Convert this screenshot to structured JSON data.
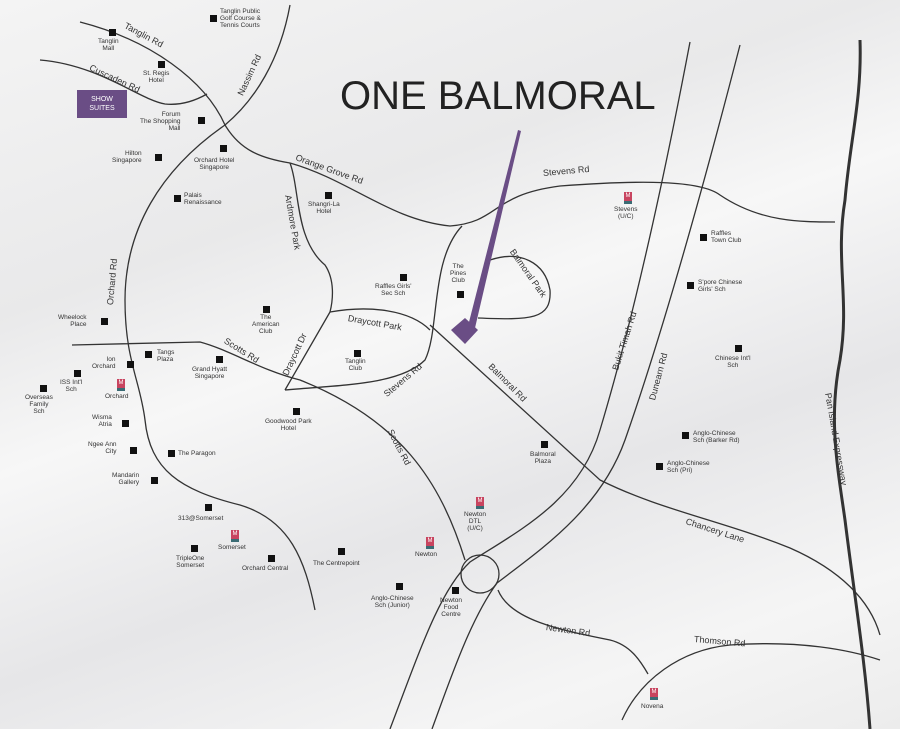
{
  "title": "ONE BALMORAL",
  "show_suites": "SHOW\nSUITES",
  "colors": {
    "accent": "#6a4d85",
    "mrt": "#c8445f"
  },
  "roads": {
    "tanglin": "Tanglin Rd",
    "cuscaden": "Cuscaden Rd",
    "nassim": "Nassim Rd",
    "orange_grove": "Orange Grove Rd",
    "stevens_top": "Stevens Rd",
    "ardmore": "Ardmore Park",
    "orchard": "Orchard Rd",
    "scotts_top": "Scotts Rd",
    "scotts_bottom": "Scotts Rd",
    "draycott_dr": "Draycott Dr",
    "draycott_park": "Draycott Park",
    "stevens_bottom": "Stevens Rd",
    "balmoral_park": "Balmoral Park",
    "balmoral_rd": "Balmoral Rd",
    "bukit_timah": "Bukit Timah Rd",
    "dunearn": "Dunearn Rd",
    "pie": "Pan Island Expressway",
    "chancery": "Chancery Lane",
    "newton": "Newton Rd",
    "thomson": "Thomson Rd"
  },
  "landmarks": [
    "Tanglin Public\nGolf Course &\nTennis Courts",
    "Tanglin\nMall",
    "St. Regis\nHotel",
    "Forum\nThe Shopping\nMall",
    "Hilton\nSingapore",
    "Orchard Hotel\nSingapore",
    "Palais\nRenaissance",
    "Shangri-La\nHotel",
    "Raffles Girls'\nSec Sch",
    "The\nPines\nClub",
    "The\nAmerican\nClub",
    "Tanglin\nClub",
    "Wheelock\nPlace",
    "Tangs\nPlaza",
    "Ion\nOrchard",
    "ISS Int'l\nSch",
    "Overseas\nFamily\nSch",
    "Grand Hyatt\nSingapore",
    "Wisma\nAtria",
    "Ngee Ann\nCity",
    "The Paragon",
    "Mandarin\nGallery",
    "Goodwood Park\nHotel",
    "313@Somerset",
    "TripleOne\nSomerset",
    "Orchard Central",
    "The Centrepoint",
    "Anglo-Chinese\nSch (Junior)",
    "Newton\nFood\nCentre",
    "Balmoral\nPlaza",
    "Raffles\nTown Club",
    "S'pore Chinese\nGirls' Sch",
    "Chinese Int'l\nSch",
    "Anglo-Chinese\nSch (Barker Rd)",
    "Anglo-Chinese\nSch (Pri)"
  ],
  "mrt": [
    "Orchard",
    "Somerset",
    "Newton",
    "Newton\nDTL\n(U/C)",
    "Stevens\n(U/C)",
    "Novena"
  ]
}
